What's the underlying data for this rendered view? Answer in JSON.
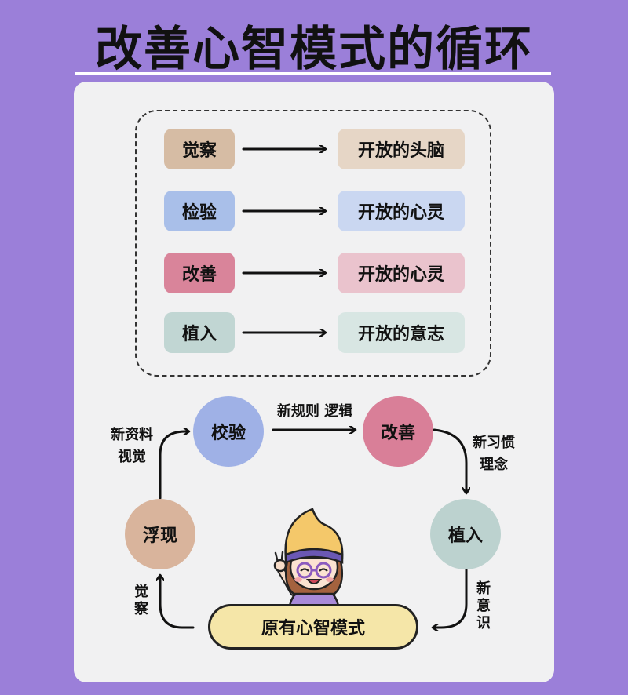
{
  "title": "改善心智模式的循环",
  "mapping": [
    {
      "left": "觉察",
      "right": "开放的头脑",
      "left_color": "#d6bca4",
      "right_color": "#e6d6c6"
    },
    {
      "left": "检验",
      "right": "开放的心灵",
      "left_color": "#a9bfe9",
      "right_color": "#cad7f1"
    },
    {
      "left": "改善",
      "right": "开放的心灵",
      "left_color": "#d9849a",
      "right_color": "#eac3cd"
    },
    {
      "left": "植入",
      "right": "开放的意志",
      "left_color": "#c1d6d3",
      "right_color": "#d8e6e3"
    }
  ],
  "cycle": {
    "verify": {
      "label": "校验",
      "color": "#9fb1e6"
    },
    "improve": {
      "label": "改善",
      "color": "#d97f98"
    },
    "implant": {
      "label": "植入",
      "color": "#bcd2cf"
    },
    "emerge": {
      "label": "浮现",
      "color": "#d9b49c"
    },
    "base": {
      "label": "原有心智模式",
      "color": "#f5e6a8"
    },
    "edge_top": "新规则 逻辑",
    "edge_left_top_1": "新资料",
    "edge_left_top_2": "视觉",
    "edge_right_top_1": "新习惯",
    "edge_right_top_2": "理念",
    "edge_right_bottom": "新意识",
    "edge_left_bottom": "觉察"
  }
}
